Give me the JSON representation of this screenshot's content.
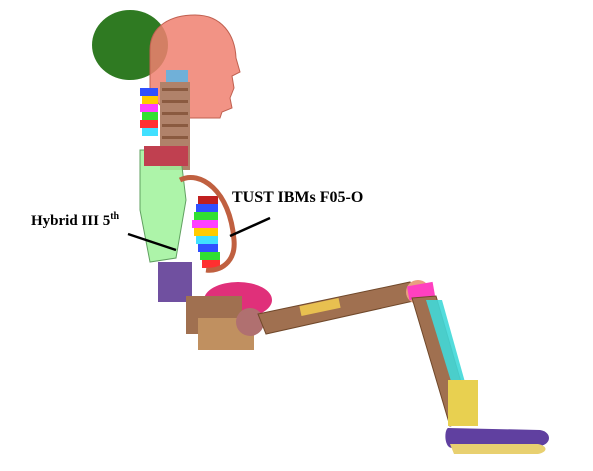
{
  "labels": {
    "tust": "TUST IBMs F05-O",
    "hybrid_main": "Hybrid III 5",
    "hybrid_sup": "th"
  },
  "colors": {
    "dummy_head": "#2f7a22",
    "hbm_head": "#f08070",
    "neck_stack": "#b0826a",
    "torso_green": "#9ff29a",
    "pelvis_magenta": "#e0307a",
    "thigh_brown": "#a07050",
    "shin_cyan": "#40d8d8",
    "foot_yellow": "#e8d050",
    "shoe_purple": "#6040a0"
  }
}
